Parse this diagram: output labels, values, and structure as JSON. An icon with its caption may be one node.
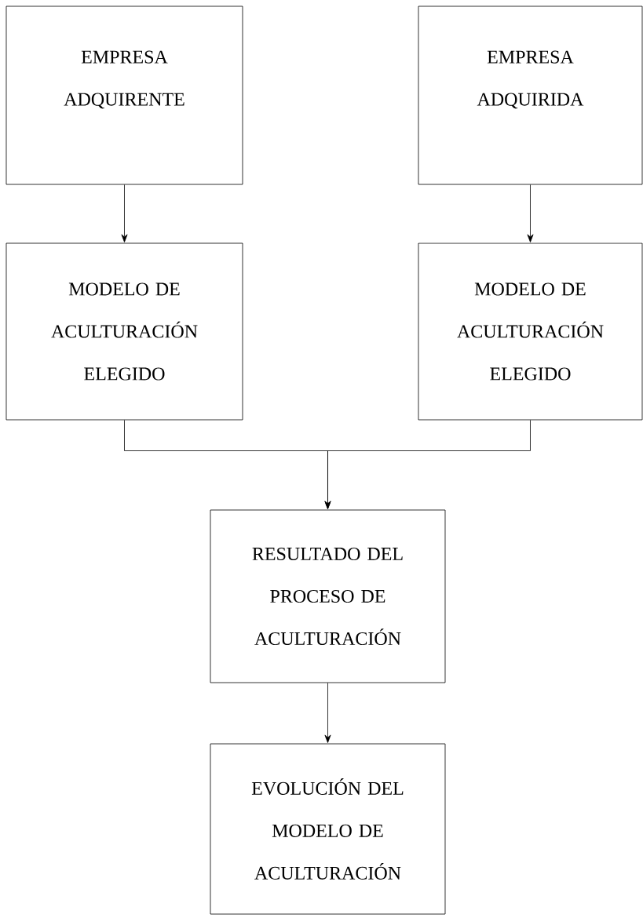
{
  "diagram": {
    "nodes": [
      {
        "text": [
          "EMPRESA ADQUIRENTE"
        ]
      },
      {
        "text": [
          "EMPRESA ADQUIRIDA"
        ]
      },
      {
        "text": [
          "MODELO DE ACULTURACIÓN ELEGIDO"
        ]
      },
      {
        "text": [
          "MODELO DE ACULTURACIÓN ELEGIDO"
        ]
      },
      {
        "text": [
          "RESULTADO DEL PROCESO DE ACULTURACIÓN"
        ]
      },
      {
        "text": [
          "EVOLUCIÓN DEL MODELO DE ACULTURACIÓN"
        ]
      }
    ],
    "edges": [
      {
        "from": 0,
        "to": 2,
        "arrow": "to"
      },
      {
        "from": 1,
        "to": 3,
        "arrow": "to"
      },
      {
        "from": 2,
        "to": 4,
        "arrow": "to"
      },
      {
        "from": 3,
        "to": 4,
        "arrow": "to"
      },
      {
        "from": 4,
        "to": 5,
        "arrow": "to"
      }
    ]
  }
}
